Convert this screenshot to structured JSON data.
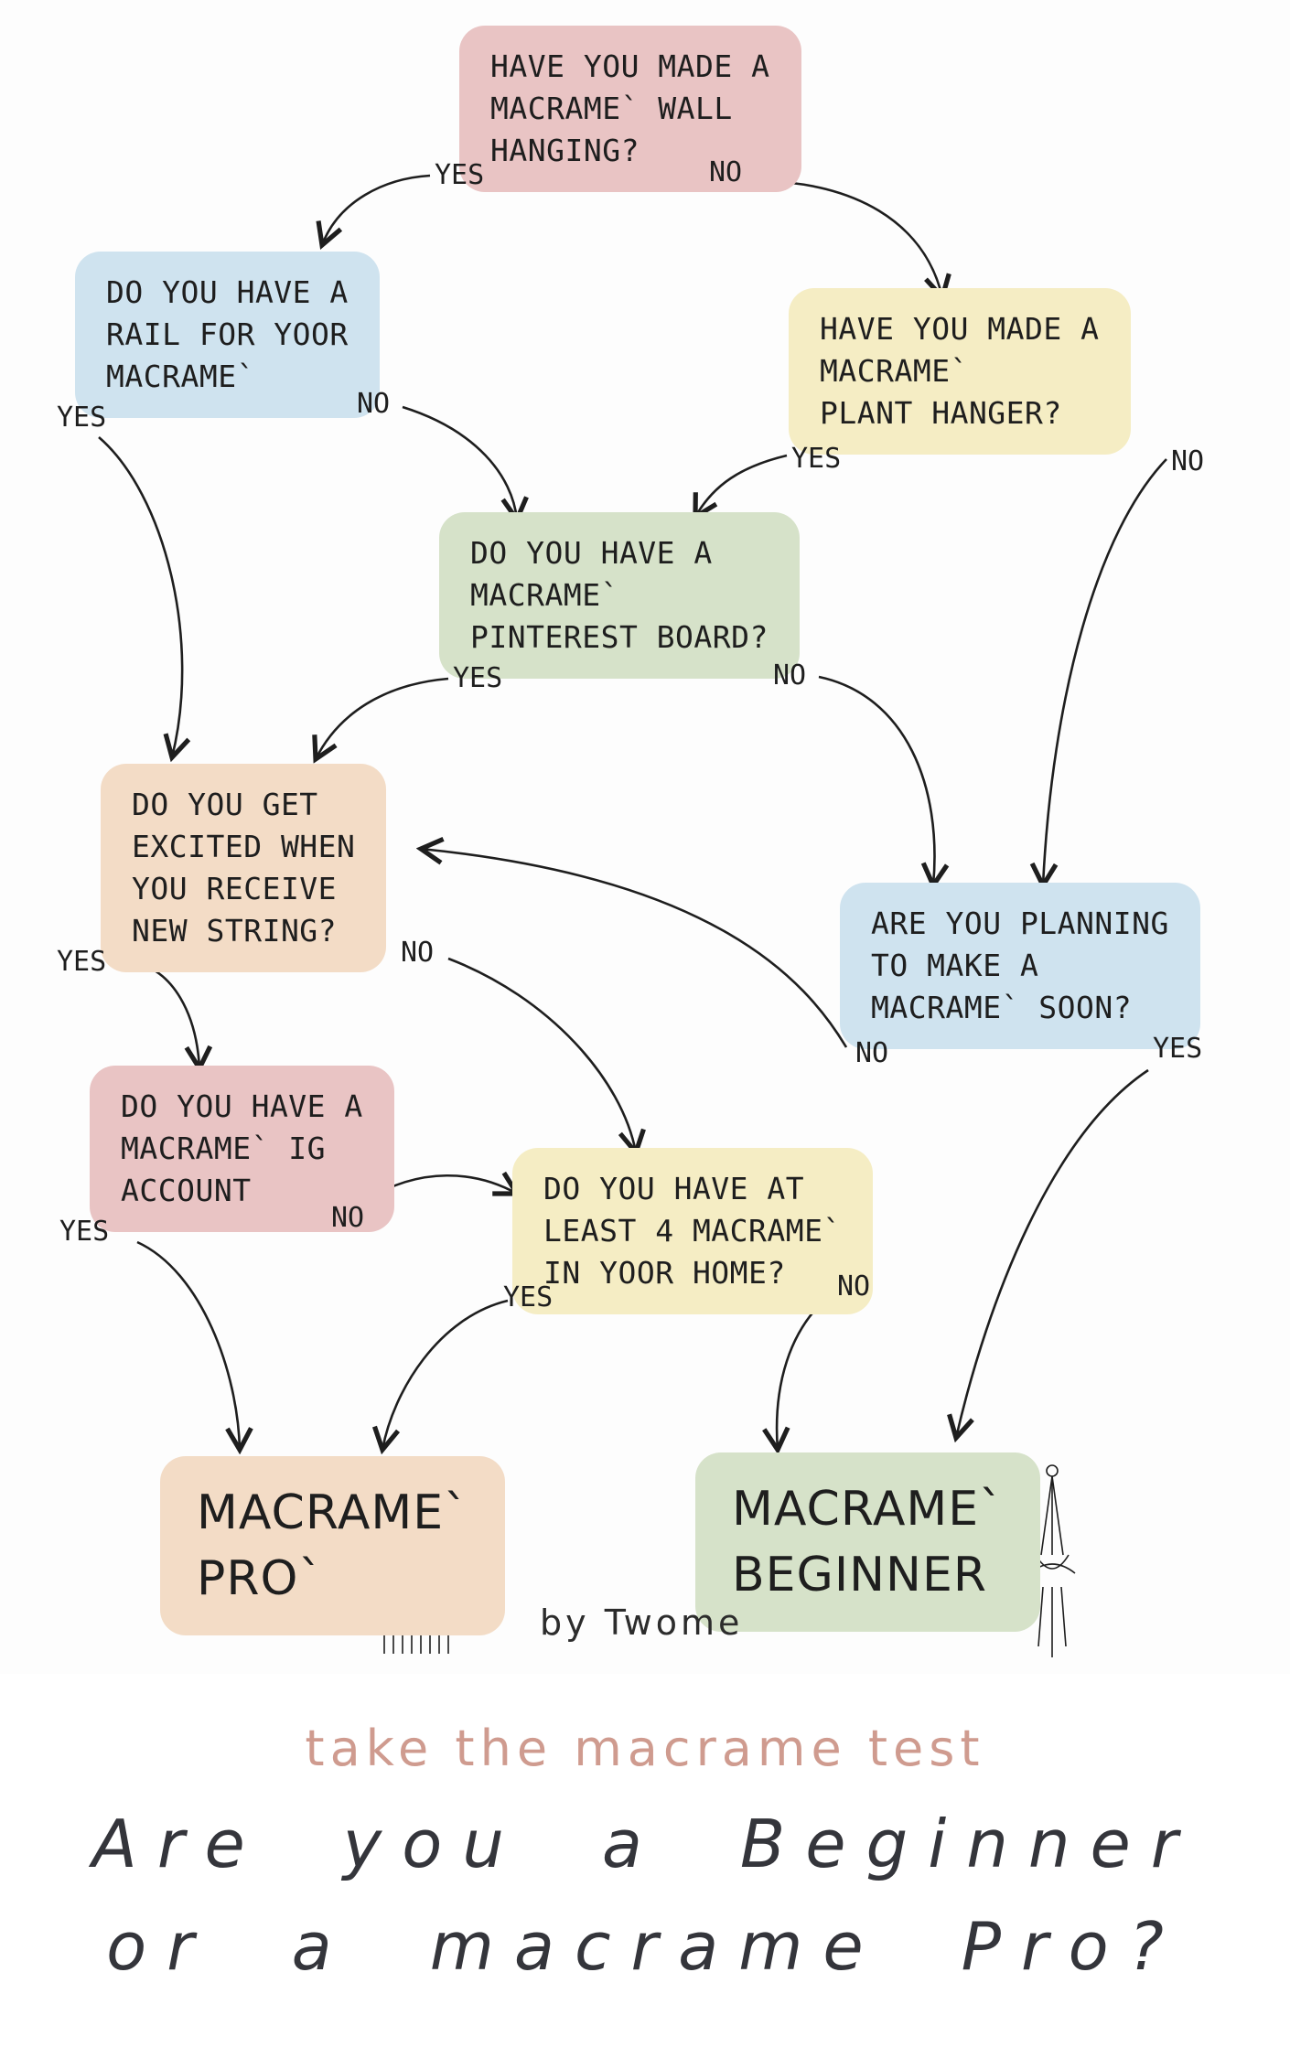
{
  "palette": {
    "pink": "#e9c4c4",
    "blue": "#cfe3ef",
    "yellow": "#f5edc4",
    "green": "#d6e2c9",
    "peach": "#f3dcc6",
    "ink": "#1e1e1e",
    "subtitle": "#cf9b8f",
    "title": "#34353b"
  },
  "nodes": {
    "wall_hanging": "HAVE YOU MADE A\nMACRAME` WALL\nHANGING?",
    "rail": "DO YOU HAVE A\nRAIL FOR YOOR\nMACRAME`",
    "plant_hanger": "HAVE YOU MADE A\nMACRAME`\nPLANT HANGER?",
    "pinterest": "DO YOU HAVE A\nMACRAME`\nPINTEREST BOARD?",
    "string": "DO YOU GET\nEXCITED WHEN\nYOU RECEIVE\nNEW STRING?",
    "planning": "ARE YOU PLANNING\nTO MAKE A\nMACRAME` SOON?",
    "ig": "DO YOU HAVE A\nMACRAME` IG\nACCOUNT",
    "four_home": "DO YOU HAVE AT\nLEAST 4 MACRAME`\nIN YOOR HOME?",
    "pro": "MACRAME`\nPRO`",
    "beginner": "MACRAME`\nBEGINNER"
  },
  "edge_labels": {
    "yes": "YES",
    "no": "NO"
  },
  "byline": "by Twome",
  "footer": {
    "subtitle": "take the macrame test",
    "title": "Are you a Beginner or a macrame Pro?"
  },
  "icons": [
    "macrame-wall-hanging-icon",
    "macrame-plant-hanger-icon"
  ]
}
